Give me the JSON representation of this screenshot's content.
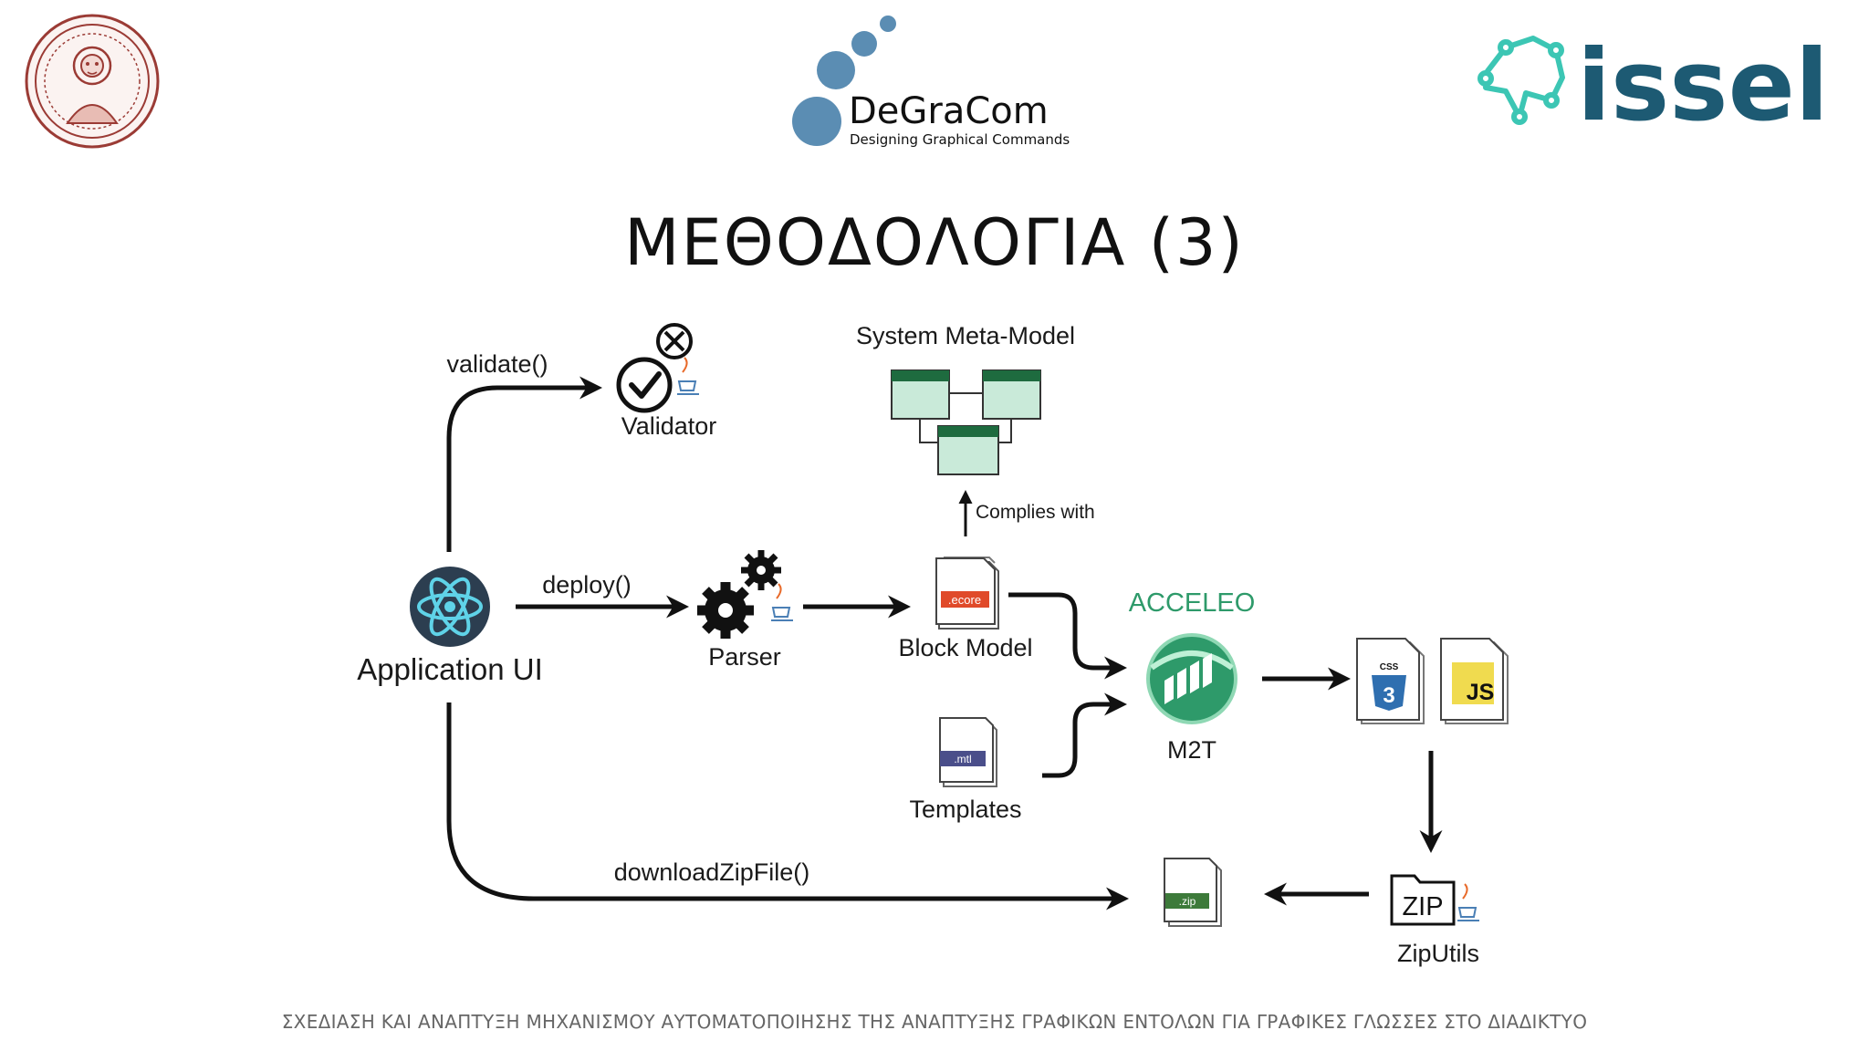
{
  "logos": {
    "degracom_name": "DeGraCom",
    "degracom_tagline": "Designing Graphical Commands",
    "issel_name": "issel"
  },
  "title": "ΜΕΘΟΔΟΛΟΓΙΑ (3)",
  "diagram": {
    "nodes": {
      "application_ui": "Application UI",
      "validator": "Validator",
      "parser": "Parser",
      "block_model": "Block Model",
      "templates": "Templates",
      "m2t": "M2T",
      "acceleo": "ACCELEO",
      "ziputils": "ZipUtils",
      "meta_model": "System Meta-Model"
    },
    "edges": {
      "validate": "validate()",
      "deploy": "deploy()",
      "download": "downloadZipFile()",
      "complies": "Complies with"
    },
    "file_tags": {
      "ecore": ".ecore",
      "mtl": ".mtl",
      "zip": ".zip",
      "css": "CSS",
      "css_num": "3",
      "js": "JS",
      "zip_icon": "ZIP"
    }
  },
  "colors": {
    "react": "#2c3e50",
    "react_accent": "#5fd3e8",
    "acceleo": "#2e9a6a",
    "issel": "#1d5a73",
    "issel_accent": "#3cc6b4",
    "degracom": "#5b8db3",
    "meta_model": "#c9ead9",
    "js": "#f0db4f",
    "css": "#2f6fb0"
  },
  "footer": "ΣΧΕΔΙΑΣΗ ΚΑΙ ΑΝΑΠΤΥΞΗ ΜΗΧΑΝΙΣΜΟΥ ΑΥΤΟΜΑΤΟΠΟΙΗΣΗΣ ΤΗΣ ΑΝΑΠΤΥΞΗΣ ΓΡΑΦΙΚΩΝ ΕΝΤΟΛΩΝ ΓΙΑ ΓΡΑΦΙΚΕΣ ΓΛΩΣΣΕΣ ΣΤΟ ΔΙΑΔΙΚΤΥΟ"
}
